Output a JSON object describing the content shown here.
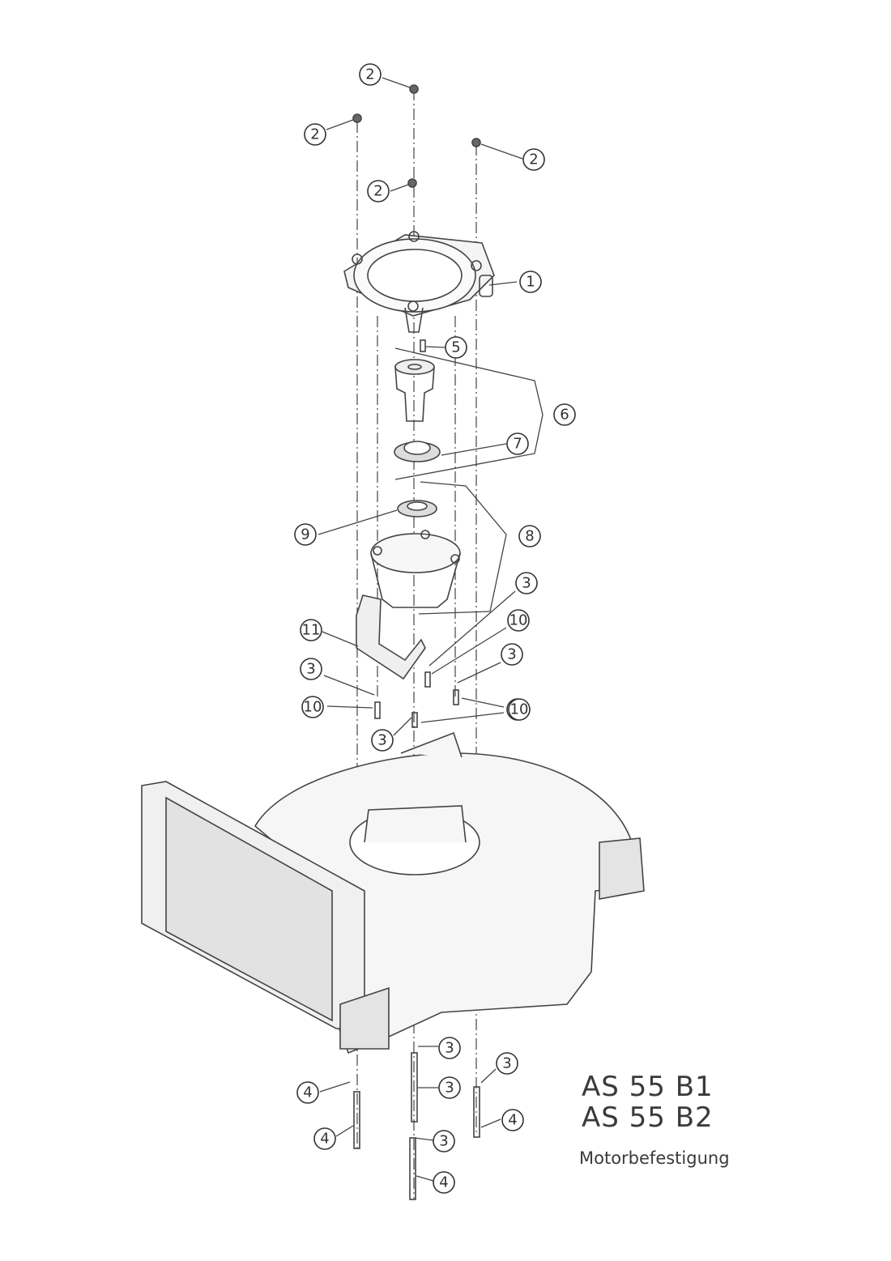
{
  "titles": {
    "model_1": "AS 55 B1",
    "model_2": "AS 55 B2",
    "subtitle": "Motorbefestigung"
  },
  "callouts": [
    {
      "label": "2"
    },
    {
      "label": "2"
    },
    {
      "label": "2"
    },
    {
      "label": "2"
    },
    {
      "label": "1"
    },
    {
      "label": "5"
    },
    {
      "label": "6"
    },
    {
      "label": "7"
    },
    {
      "label": "9"
    },
    {
      "label": "8"
    },
    {
      "label": "3"
    },
    {
      "label": "10"
    },
    {
      "label": "11"
    },
    {
      "label": "3"
    },
    {
      "label": "3"
    },
    {
      "label": "10"
    },
    {
      "label": "10"
    },
    {
      "label": "3"
    },
    {
      "label": "10"
    },
    {
      "label": "3"
    },
    {
      "label": "4"
    },
    {
      "label": "3"
    },
    {
      "label": "3"
    },
    {
      "label": "4"
    },
    {
      "label": "4"
    },
    {
      "label": "3"
    },
    {
      "label": "4"
    }
  ]
}
